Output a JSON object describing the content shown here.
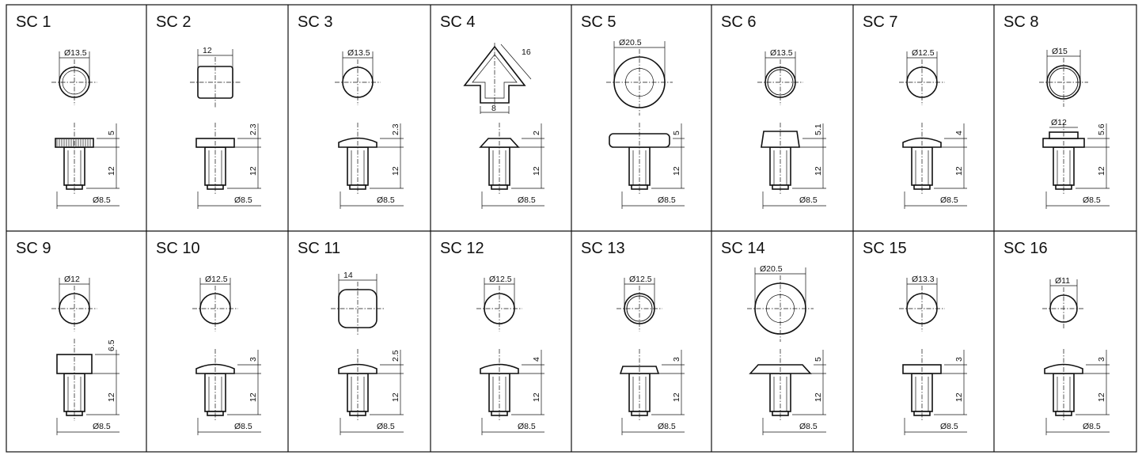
{
  "cells": [
    {
      "id": "SC 1",
      "top": "Ø13.5",
      "stem": "Ø8.5",
      "heights": [
        "5",
        "12"
      ],
      "shape": "ring",
      "head": "knurled"
    },
    {
      "id": "SC 2",
      "top": "12",
      "stem": "Ø8.5",
      "heights": [
        "2.3",
        "12"
      ],
      "shape": "square",
      "head": "flat"
    },
    {
      "id": "SC 3",
      "top": "Ø13.5",
      "stem": "Ø8.5",
      "heights": [
        "2.3",
        "12"
      ],
      "shape": "circle",
      "head": "dome"
    },
    {
      "id": "SC 4",
      "top": "16",
      "stem": "Ø8.5",
      "heights": [
        "2",
        "12"
      ],
      "shape": "arrow",
      "head": "chamfer",
      "extra": "8"
    },
    {
      "id": "SC 5",
      "top": "Ø20.5",
      "stem": "Ø8.5",
      "heights": [
        "5",
        "12"
      ],
      "shape": "ring-big",
      "head": "wide-block"
    },
    {
      "id": "SC 6",
      "top": "Ø13.5",
      "stem": "Ø8.5",
      "heights": [
        "5.1",
        "12"
      ],
      "shape": "double-ring",
      "head": "tapered"
    },
    {
      "id": "SC 7",
      "top": "Ø12.5",
      "stem": "Ø8.5",
      "heights": [
        "4",
        "12"
      ],
      "shape": "circle",
      "head": "dome-block"
    },
    {
      "id": "SC 8",
      "top": "Ø15",
      "stem": "Ø8.5",
      "heights": [
        "5.6",
        "12"
      ],
      "shape": "double-ring",
      "head": "stepped",
      "extra": "Ø12"
    },
    {
      "id": "SC 9",
      "top": "Ø12",
      "stem": "Ø8.5",
      "heights": [
        "6.5",
        "12"
      ],
      "shape": "circle",
      "head": "tall-block"
    },
    {
      "id": "SC 10",
      "top": "Ø12.5",
      "stem": "Ø8.5",
      "heights": [
        "3",
        "12"
      ],
      "shape": "circle",
      "head": "dome"
    },
    {
      "id": "SC 11",
      "top": "14",
      "stem": "Ø8.5",
      "heights": [
        "2.5",
        "12"
      ],
      "shape": "rounded-square",
      "head": "dome"
    },
    {
      "id": "SC 12",
      "top": "Ø12.5",
      "stem": "Ø8.5",
      "heights": [
        "4",
        "12"
      ],
      "shape": "circle",
      "head": "dome-block"
    },
    {
      "id": "SC 13",
      "top": "Ø12.5",
      "stem": "Ø8.5",
      "heights": [
        "3",
        "12"
      ],
      "shape": "double-ring",
      "head": "tapered-small"
    },
    {
      "id": "SC 14",
      "top": "Ø20.5",
      "stem": "Ø8.5",
      "heights": [
        "5",
        "12"
      ],
      "shape": "ring-big",
      "head": "wide-chamfer"
    },
    {
      "id": "SC 15",
      "top": "Ø13.3",
      "stem": "Ø8.5",
      "heights": [
        "3",
        "12"
      ],
      "shape": "circle",
      "head": "flat-block"
    },
    {
      "id": "SC 16",
      "top": "Ø11",
      "stem": "Ø8.5",
      "heights": [
        "3",
        "12"
      ],
      "shape": "circle",
      "head": "dome-block"
    }
  ]
}
